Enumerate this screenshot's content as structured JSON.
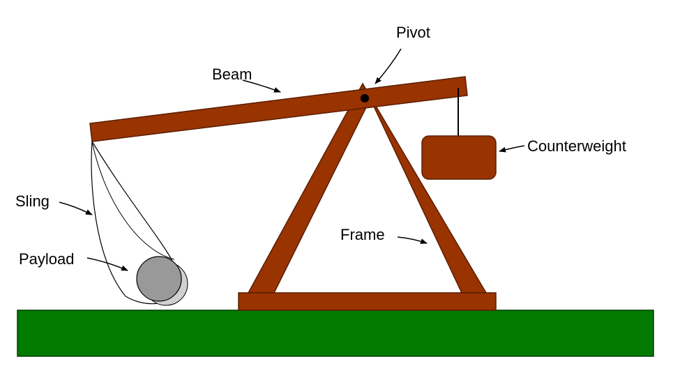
{
  "labels": {
    "pivot": "Pivot",
    "beam": "Beam",
    "counterweight": "Counterweight",
    "sling": "Sling",
    "payload": "Payload",
    "frame": "Frame"
  },
  "colors": {
    "wood": "#993300",
    "wood_outline": "#5a1e00",
    "ground": "#007a00",
    "ground_outline": "#003d00",
    "payload": "#999999",
    "payload_shadow": "#d0d0d0",
    "outline": "#000000"
  }
}
